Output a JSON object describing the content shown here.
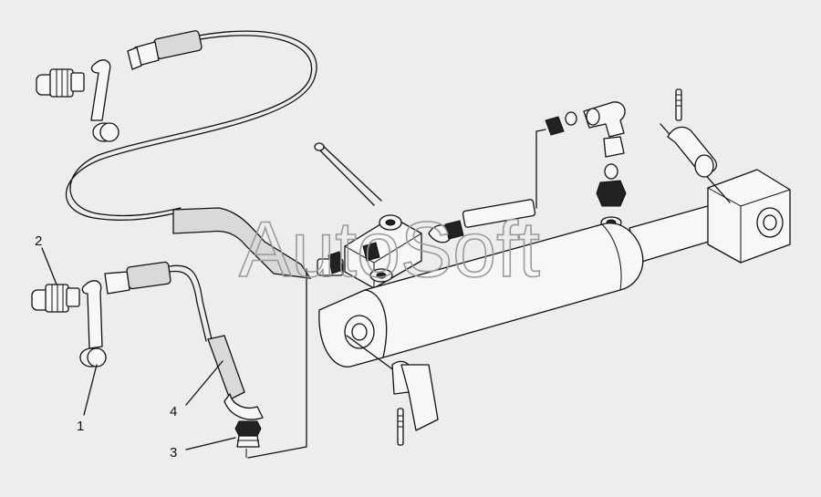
{
  "watermark": "AutoSoft",
  "callouts": [
    {
      "label": "1"
    },
    {
      "label": "2"
    },
    {
      "label": "3"
    },
    {
      "label": "4"
    }
  ]
}
